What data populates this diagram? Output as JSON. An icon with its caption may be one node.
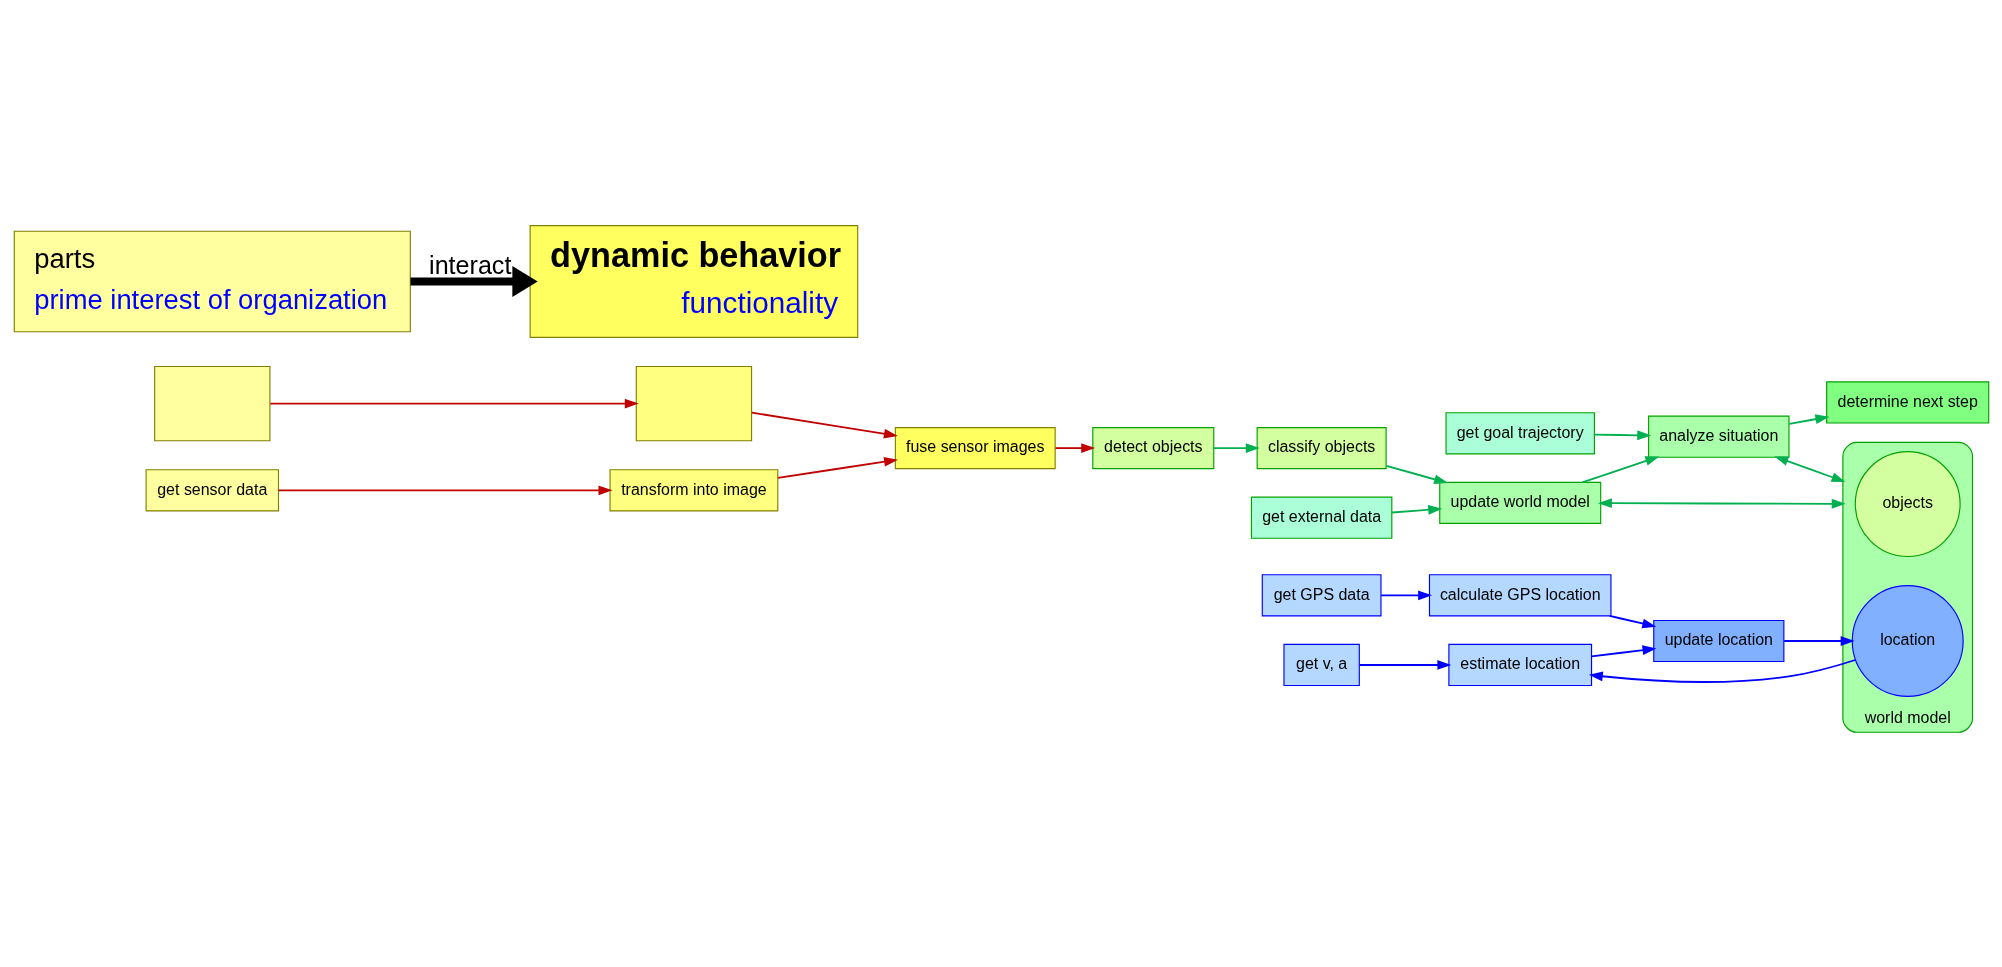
{
  "diagram": {
    "nodes": [
      {
        "text": [],
        "shape": "box"
      },
      {
        "text": [
          "get sensor data"
        ]
      },
      {
        "text": [],
        "shape": "box"
      },
      {
        "text": [
          "transform into image"
        ]
      },
      {
        "text": [
          "fuse sensor images"
        ]
      },
      {
        "text": [
          "detect objects"
        ]
      },
      {
        "text": [
          "classify objects"
        ]
      },
      {
        "text": [
          "get external data"
        ]
      },
      {
        "text": [
          "get goal trajectory"
        ]
      },
      {
        "text": [
          "update world model"
        ]
      },
      {
        "text": [
          "analyze situation"
        ]
      },
      {
        "text": [
          "determine next step"
        ]
      },
      {
        "text": [
          "get GPS data"
        ]
      },
      {
        "text": [
          "calculate GPS location"
        ]
      },
      {
        "text": [
          "update location"
        ]
      },
      {
        "text": [
          "get v, a"
        ]
      },
      {
        "text": [
          "estimate location"
        ]
      },
      {
        "text": [
          "world model"
        ]
      },
      {
        "text": [
          "location"
        ],
        "in": 17
      },
      {
        "text": [
          "objects"
        ],
        "in": 17
      },
      {
        "text": [
          "dynamic behavior",
          "functionality"
        ]
      },
      {
        "text": [
          "parts",
          "prime interest of organization"
        ]
      }
    ],
    "edges": [
      {
        "from": 0,
        "to": 2,
        "arrow": "to",
        "color": "#c00000"
      },
      {
        "from": 1,
        "to": 3,
        "arrow": "to",
        "color": "#c00000"
      },
      {
        "from": 2,
        "to": 4,
        "arrow": "to",
        "color": "#c00000"
      },
      {
        "from": 3,
        "to": 4,
        "arrow": "to",
        "color": "#c00000"
      },
      {
        "from": 4,
        "to": 5,
        "arrow": "to",
        "color": "#c00000"
      },
      {
        "from": 5,
        "to": 6,
        "arrow": "to",
        "color": "#00b050"
      },
      {
        "from": 6,
        "to": 9,
        "arrow": "to",
        "color": "#00b050"
      },
      {
        "from": 7,
        "to": 9,
        "arrow": "to",
        "color": "#00b050"
      },
      {
        "from": 9,
        "to": 10,
        "arrow": "to",
        "color": "#00b050"
      },
      {
        "from": 8,
        "to": 10,
        "arrow": "to",
        "color": "#00b050"
      },
      {
        "from": 10,
        "to": 11,
        "arrow": "to",
        "color": "#00b050"
      },
      {
        "from": 9,
        "to": 17,
        "arrow": "both",
        "color": "#00b050"
      },
      {
        "from": 10,
        "to": 17,
        "arrow": "both",
        "color": "#00b050"
      },
      {
        "from": 12,
        "to": 13,
        "arrow": "to",
        "color": "#0000ff"
      },
      {
        "from": 13,
        "to": 14,
        "arrow": "to",
        "color": "#0000ff"
      },
      {
        "from": 15,
        "to": 16,
        "arrow": "to",
        "color": "#0000ff"
      },
      {
        "from": 16,
        "to": 14,
        "arrow": "to",
        "color": "#0000ff"
      },
      {
        "from": 14,
        "to": 18,
        "arrow": "to",
        "color": "#0000ff"
      },
      {
        "from": 18,
        "to": 16,
        "arrow": "to",
        "color": "#0000ff"
      },
      {
        "from": 21,
        "to": 20,
        "arrow": "to",
        "label": "interact",
        "style": "thick",
        "color": "#000000"
      }
    ]
  }
}
